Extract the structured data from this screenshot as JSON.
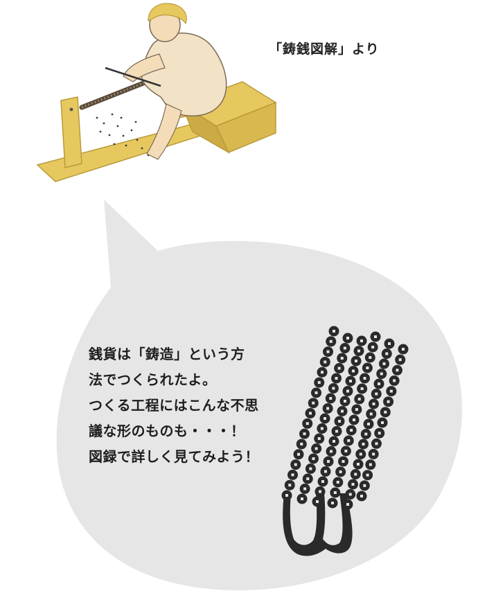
{
  "caption": "「鋳銭図解」より",
  "message_lines": [
    "銭貨は「鋳造」という方",
    "法でつくられたよ。",
    "つくる工程にはこんな不思",
    "議な形のものも・・・！",
    "図録で詳しく見てみよう！"
  ],
  "colors": {
    "bubble": "#e6e6e6",
    "wood": "#e7c85f",
    "wood_dark": "#b99a3a",
    "skin": "#f4dcb8",
    "robe": "#f2e3c6",
    "coin": "#2a2a2a"
  },
  "illustration": {
    "icon": "coin-tree-icon",
    "figure": "worker-illustration-icon"
  }
}
